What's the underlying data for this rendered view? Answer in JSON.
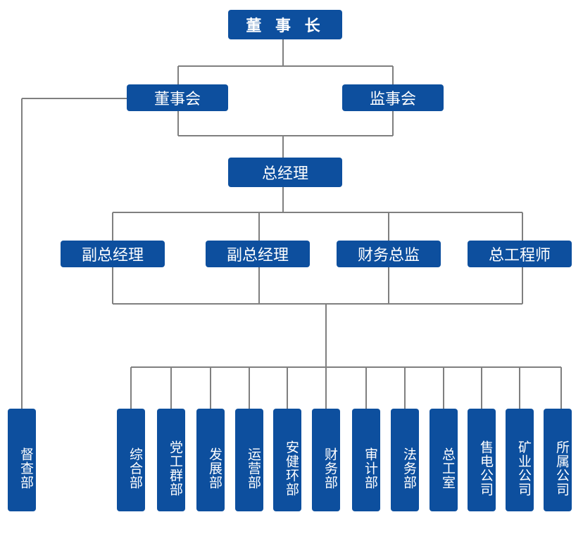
{
  "chairman": "董 事 长",
  "board": "董事会",
  "supervisory": "监事会",
  "gm": "总经理",
  "executives": [
    "副总经理",
    "副总经理",
    "财务总监",
    "总工程师"
  ],
  "oversight": "督查部",
  "departments": [
    "综合部",
    "党工群部",
    "发展部",
    "运营部",
    "安健环部",
    "财务部",
    "审计部",
    "法务部",
    "总工室",
    "售电公司",
    "矿业公司",
    "所属公司"
  ],
  "colors": {
    "box": "#0d4f9e",
    "line": "#7f7f7f"
  }
}
